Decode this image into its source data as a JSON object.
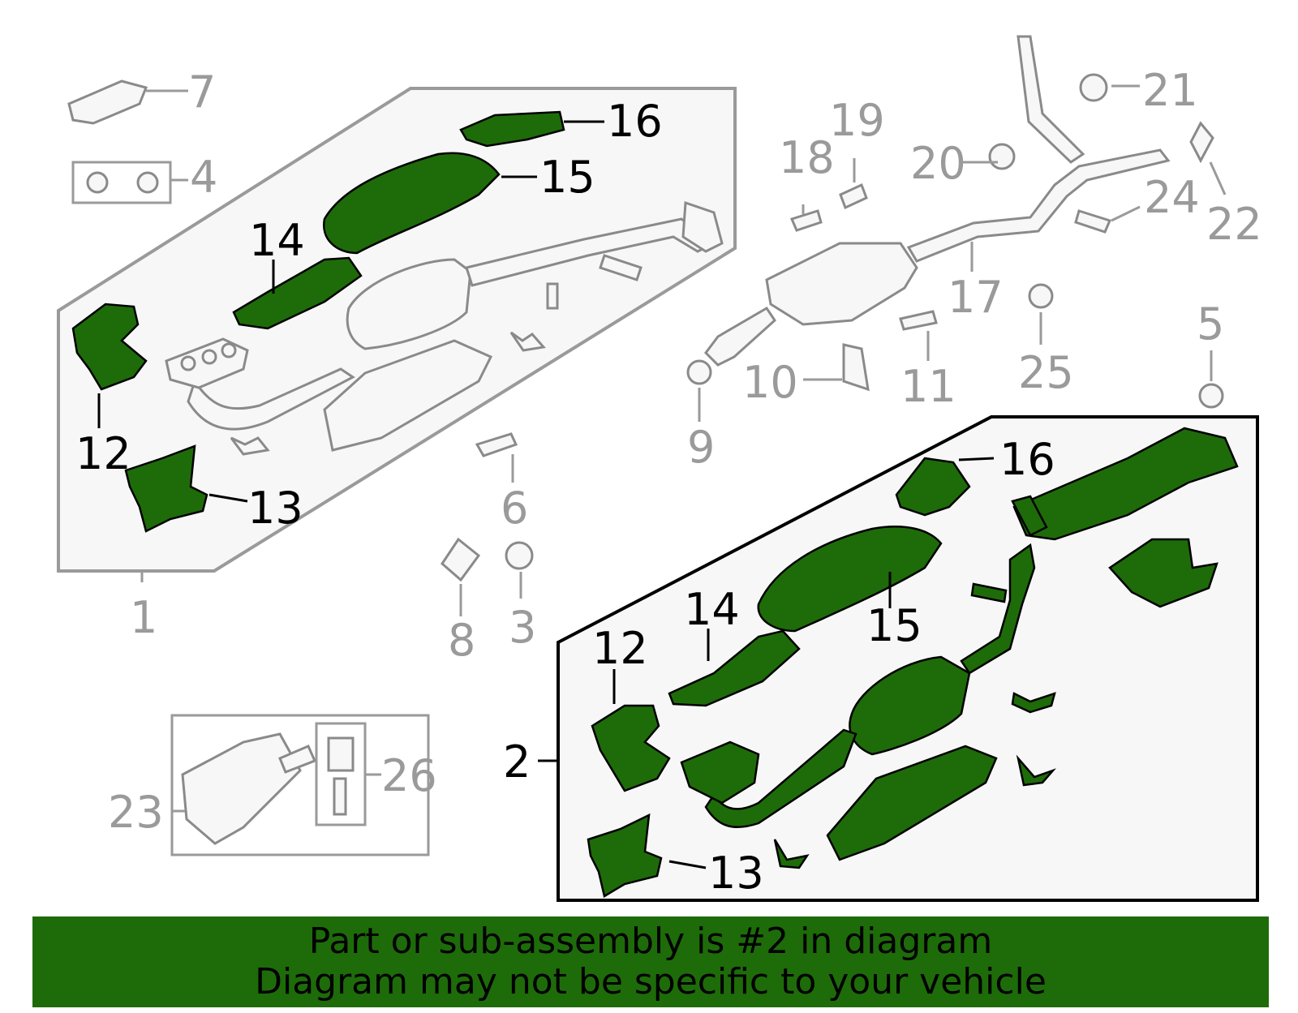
{
  "diagram": {
    "highlight_color": "#1e6b0a",
    "callouts": {
      "c1": "1",
      "c2": "2",
      "c3": "3",
      "c4": "4",
      "c5": "5",
      "c6": "6",
      "c7": "7",
      "c8": "8",
      "c9": "9",
      "c10": "10",
      "c11": "11",
      "c12a": "12",
      "c13a": "13",
      "c14a": "14",
      "c15a": "15",
      "c16a": "16",
      "c12b": "12",
      "c13b": "13",
      "c14b": "14",
      "c15b": "15",
      "c16b": "16",
      "c17": "17",
      "c18": "18",
      "c19": "19",
      "c20": "20",
      "c21": "21",
      "c22": "22",
      "c23": "23",
      "c24": "24",
      "c25": "25",
      "c26": "26"
    }
  },
  "banner": {
    "line1": "Part or sub-assembly is #2 in diagram",
    "line2": "Diagram may not be specific to your vehicle"
  }
}
